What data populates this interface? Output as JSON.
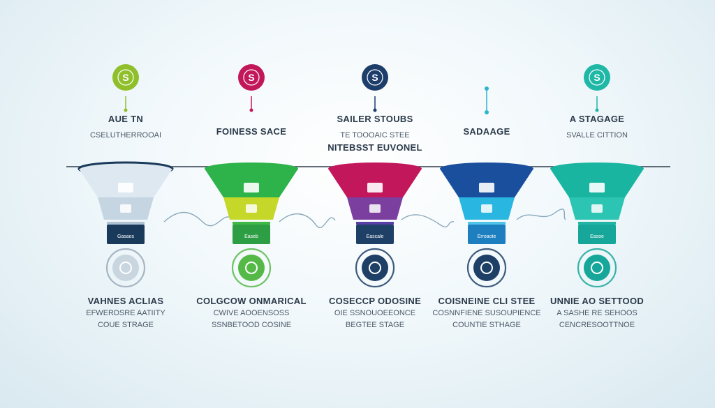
{
  "stages": [
    {
      "badge_symbol": "S",
      "top_title": "AUE TN",
      "top_sub": "CSELUTHERROOAI",
      "funnel_label": "Gasaos",
      "bottom_title": "VAHNES ACLIAS",
      "bottom_lines": [
        "EFWERDSRE AATIITY",
        "COUE STRAGE"
      ],
      "colors": {
        "accent": "#8fbf2a",
        "top": "#dde8f0",
        "mid": "#c5d5e2",
        "low": "#b0c2d2",
        "base": "#1a3a5c",
        "ring": "#9aa9b8"
      },
      "icons": {
        "badge": "dollar-icon",
        "top": "laptop-icon",
        "mid": "printer-icon",
        "bottom": "person-laptop-icon"
      }
    },
    {
      "badge_symbol": "S",
      "top_title": "FOINESS SACE",
      "top_sub": "",
      "funnel_label": "Easeb",
      "bottom_title": "COLGCOW ONMARICAL",
      "bottom_lines": [
        "CWIVE AOOENSOSS",
        "SSNBETOOD COSINE"
      ],
      "colors": {
        "accent": "#c2185b",
        "top": "#2db34a",
        "mid": "#c5d82a",
        "low": "#3fb847",
        "base": "#2e9e45",
        "ring": "#55b948"
      },
      "icons": {
        "badge": "dollar-icon",
        "top": "handshake-icon",
        "mid": "document-icon",
        "bottom": "monitor-icon"
      }
    },
    {
      "badge_symbol": "S",
      "top_title": "SAILER STOUBS",
      "top_sub": "TE TOOOAIC STEE",
      "funnel_label": "Eascale",
      "extra_label": "NITEBSST EUVONEL",
      "bottom_title": "COSECCP ODOSINE",
      "bottom_lines": [
        "OIE SSNOUOEEONCE",
        "BEGTEE STAGE"
      ],
      "colors": {
        "accent": "#1d3d6b",
        "top": "#c2185b",
        "mid": "#7b3fa0",
        "low": "#5a3ea8",
        "base": "#1e3f66",
        "ring": "#1e3f66"
      },
      "icons": {
        "badge": "dollar-icon",
        "top": "presentation-icon",
        "mid": "target-icon",
        "bottom": "handshake-icon"
      }
    },
    {
      "badge_symbol": "",
      "top_title": "SADAAGE",
      "top_sub": "",
      "funnel_label": "Erroaote",
      "bottom_title": "COISNEINE CLI STEE",
      "bottom_lines": [
        "COSNNFIENE SUSOUPIENCE",
        "COUNTIE STHAGE"
      ],
      "colors": {
        "accent": "#2bb5c8",
        "top": "#1a4f9e",
        "mid": "#29b6e0",
        "low": "#4fc3e8",
        "base": "#1e7fc0",
        "ring": "#1e3f66"
      },
      "icons": {
        "badge": "",
        "top": "handshake-icon",
        "mid": "chart-icon",
        "bottom": "handshake-icon"
      }
    },
    {
      "badge_symbol": "S",
      "top_title": "A STAGAGE",
      "top_sub": "SVALLE CITTION",
      "funnel_label": "Easoe",
      "bottom_title": "UNNIE AO SETTOOD",
      "bottom_lines": [
        "A SASHE RE SEHOOS",
        "CENCRESOOTTNOE"
      ],
      "colors": {
        "accent": "#1fb7a6",
        "top": "#1ab5a0",
        "mid": "#2cc4b2",
        "low": "#22b5a5",
        "base": "#17a79a",
        "ring": "#17a79a"
      },
      "icons": {
        "badge": "dollar-icon",
        "top": "globe-icon",
        "mid": "recycle-icon",
        "bottom": "magnifier-icon"
      }
    }
  ]
}
